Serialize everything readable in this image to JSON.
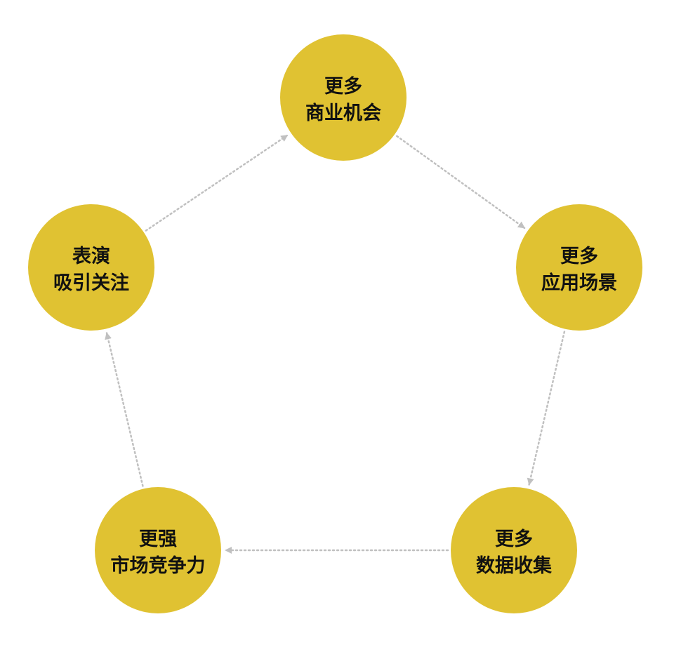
{
  "diagram": {
    "type": "cycle",
    "colors": {
      "node_fill": "#e0c232",
      "arrow": "#c0c0c0",
      "text": "#111111",
      "background": "#ffffff"
    },
    "nodes": [
      {
        "id": "business",
        "line1": "更多",
        "line2": "商业机会"
      },
      {
        "id": "scenarios",
        "line1": "更多",
        "line2": "应用场景"
      },
      {
        "id": "data",
        "line1": "更多",
        "line2": "数据收集"
      },
      {
        "id": "competitiveness",
        "line1": "更强",
        "line2": "市场竞争力"
      },
      {
        "id": "attention",
        "line1": "表演",
        "line2": "吸引关注"
      }
    ],
    "edges": [
      {
        "from": "business",
        "to": "scenarios"
      },
      {
        "from": "scenarios",
        "to": "data"
      },
      {
        "from": "data",
        "to": "competitiveness"
      },
      {
        "from": "competitiveness",
        "to": "attention"
      },
      {
        "from": "attention",
        "to": "business"
      }
    ]
  }
}
